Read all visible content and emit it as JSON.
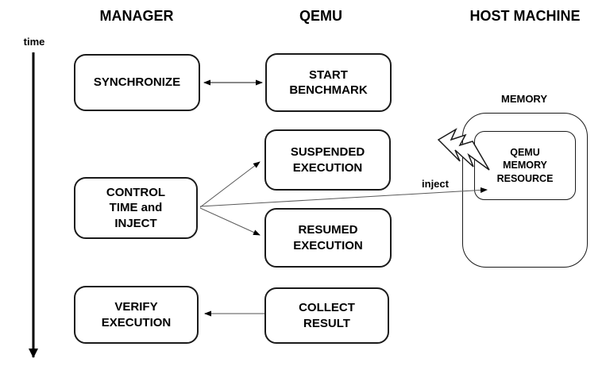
{
  "titles": {
    "manager": "MANAGER",
    "qemu": "QEMU",
    "host_machine": "HOST MACHINE"
  },
  "timeline": {
    "label": "time"
  },
  "boxes": {
    "synchronize": {
      "label": "SYNCHRONIZE"
    },
    "start_benchmark": {
      "label": "START\nBENCHMARK"
    },
    "suspended_execution": {
      "label": "SUSPENDED\nEXECUTION"
    },
    "control_time_inject": {
      "label": "CONTROL\nTIME and\nINJECT"
    },
    "resumed_execution": {
      "label": "RESUMED\nEXECUTION"
    },
    "verify_execution": {
      "label": "VERIFY\nEXECUTION"
    },
    "collect_result": {
      "label": "COLLECT\nRESULT"
    }
  },
  "host": {
    "memory_label": "MEMORY",
    "qemu_memory_resource": {
      "label": "QEMU\nMEMORY\nRESOURCE"
    }
  },
  "annotations": {
    "inject": "inject"
  },
  "icons": {
    "lightning": "lightning-bolt-icon"
  },
  "colors": {
    "background": "#ffffff",
    "text": "#000000",
    "box_border": "#1a1a1a",
    "arrow_dark": "#404040",
    "arrow_mid": "#595959",
    "arrow_light": "#a8a8a8",
    "time_axis": "#000000"
  }
}
